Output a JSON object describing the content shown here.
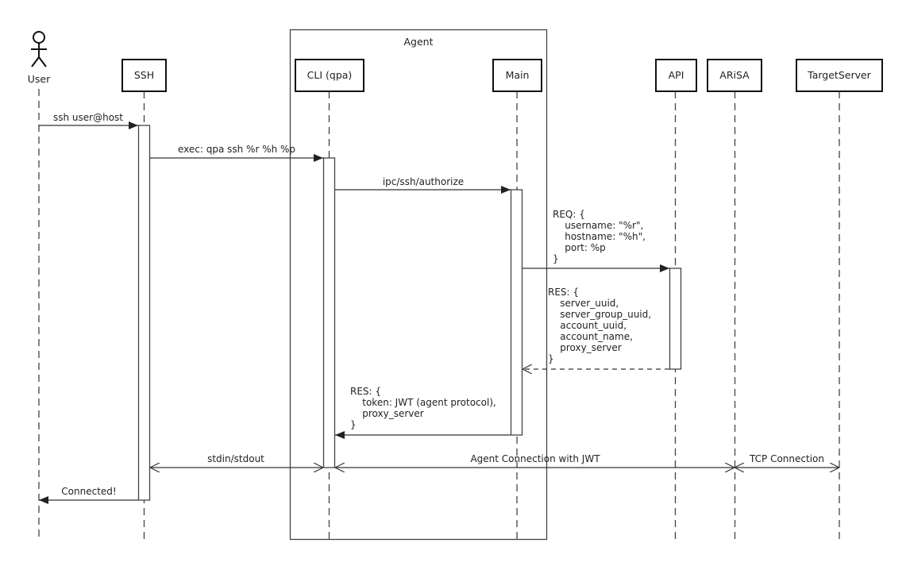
{
  "diagram": {
    "type": "sequence",
    "colors": {
      "line": "#333333",
      "background": "#ffffff",
      "text": "#222222"
    },
    "frame": {
      "label": "Agent",
      "contains": [
        "cli",
        "main"
      ]
    },
    "actor": {
      "id": "user",
      "label": "User",
      "icon": "stick-figure-icon"
    },
    "participants": [
      {
        "id": "ssh",
        "label": "SSH"
      },
      {
        "id": "cli",
        "label": "CLI (qpa)"
      },
      {
        "id": "main",
        "label": "Main"
      },
      {
        "id": "api",
        "label": "API"
      },
      {
        "id": "arisa",
        "label": "ARiSA"
      },
      {
        "id": "target",
        "label": "TargetServer"
      }
    ],
    "messages": [
      {
        "id": "m1",
        "from": "user",
        "to": "ssh",
        "style": "sync",
        "label": [
          "ssh user@host"
        ]
      },
      {
        "id": "m2",
        "from": "ssh",
        "to": "cli",
        "style": "sync",
        "label": [
          "exec: qpa ssh %r %h %p"
        ]
      },
      {
        "id": "m3",
        "from": "cli",
        "to": "main",
        "style": "sync",
        "label": [
          "ipc/ssh/authorize"
        ]
      },
      {
        "id": "m4",
        "from": "main",
        "to": "api",
        "style": "sync",
        "label": [
          "REQ: {",
          "    username: \"%r\",",
          "    hostname: \"%h\",",
          "    port: %p",
          "}"
        ]
      },
      {
        "id": "m5",
        "from": "api",
        "to": "main",
        "style": "return",
        "label": [
          "RES: {",
          "    server_uuid,",
          "    server_group_uuid,",
          "    account_uuid,",
          "    account_name,",
          "    proxy_server",
          "}"
        ]
      },
      {
        "id": "m6",
        "from": "main",
        "to": "cli",
        "style": "sync",
        "label": [
          "RES: {",
          "    token: JWT (agent protocol),",
          "    proxy_server",
          "}"
        ]
      },
      {
        "id": "m7",
        "from": "ssh",
        "to": "cli",
        "style": "bidirectional",
        "label": [
          "stdin/stdout"
        ]
      },
      {
        "id": "m8",
        "from": "cli",
        "to": "arisa",
        "style": "bidirectional",
        "label": [
          "Agent Connection with JWT"
        ]
      },
      {
        "id": "m9",
        "from": "arisa",
        "to": "target",
        "style": "bidirectional",
        "label": [
          "TCP Connection"
        ]
      },
      {
        "id": "m10",
        "from": "ssh",
        "to": "user",
        "style": "sync",
        "label": [
          "Connected!"
        ]
      }
    ]
  }
}
